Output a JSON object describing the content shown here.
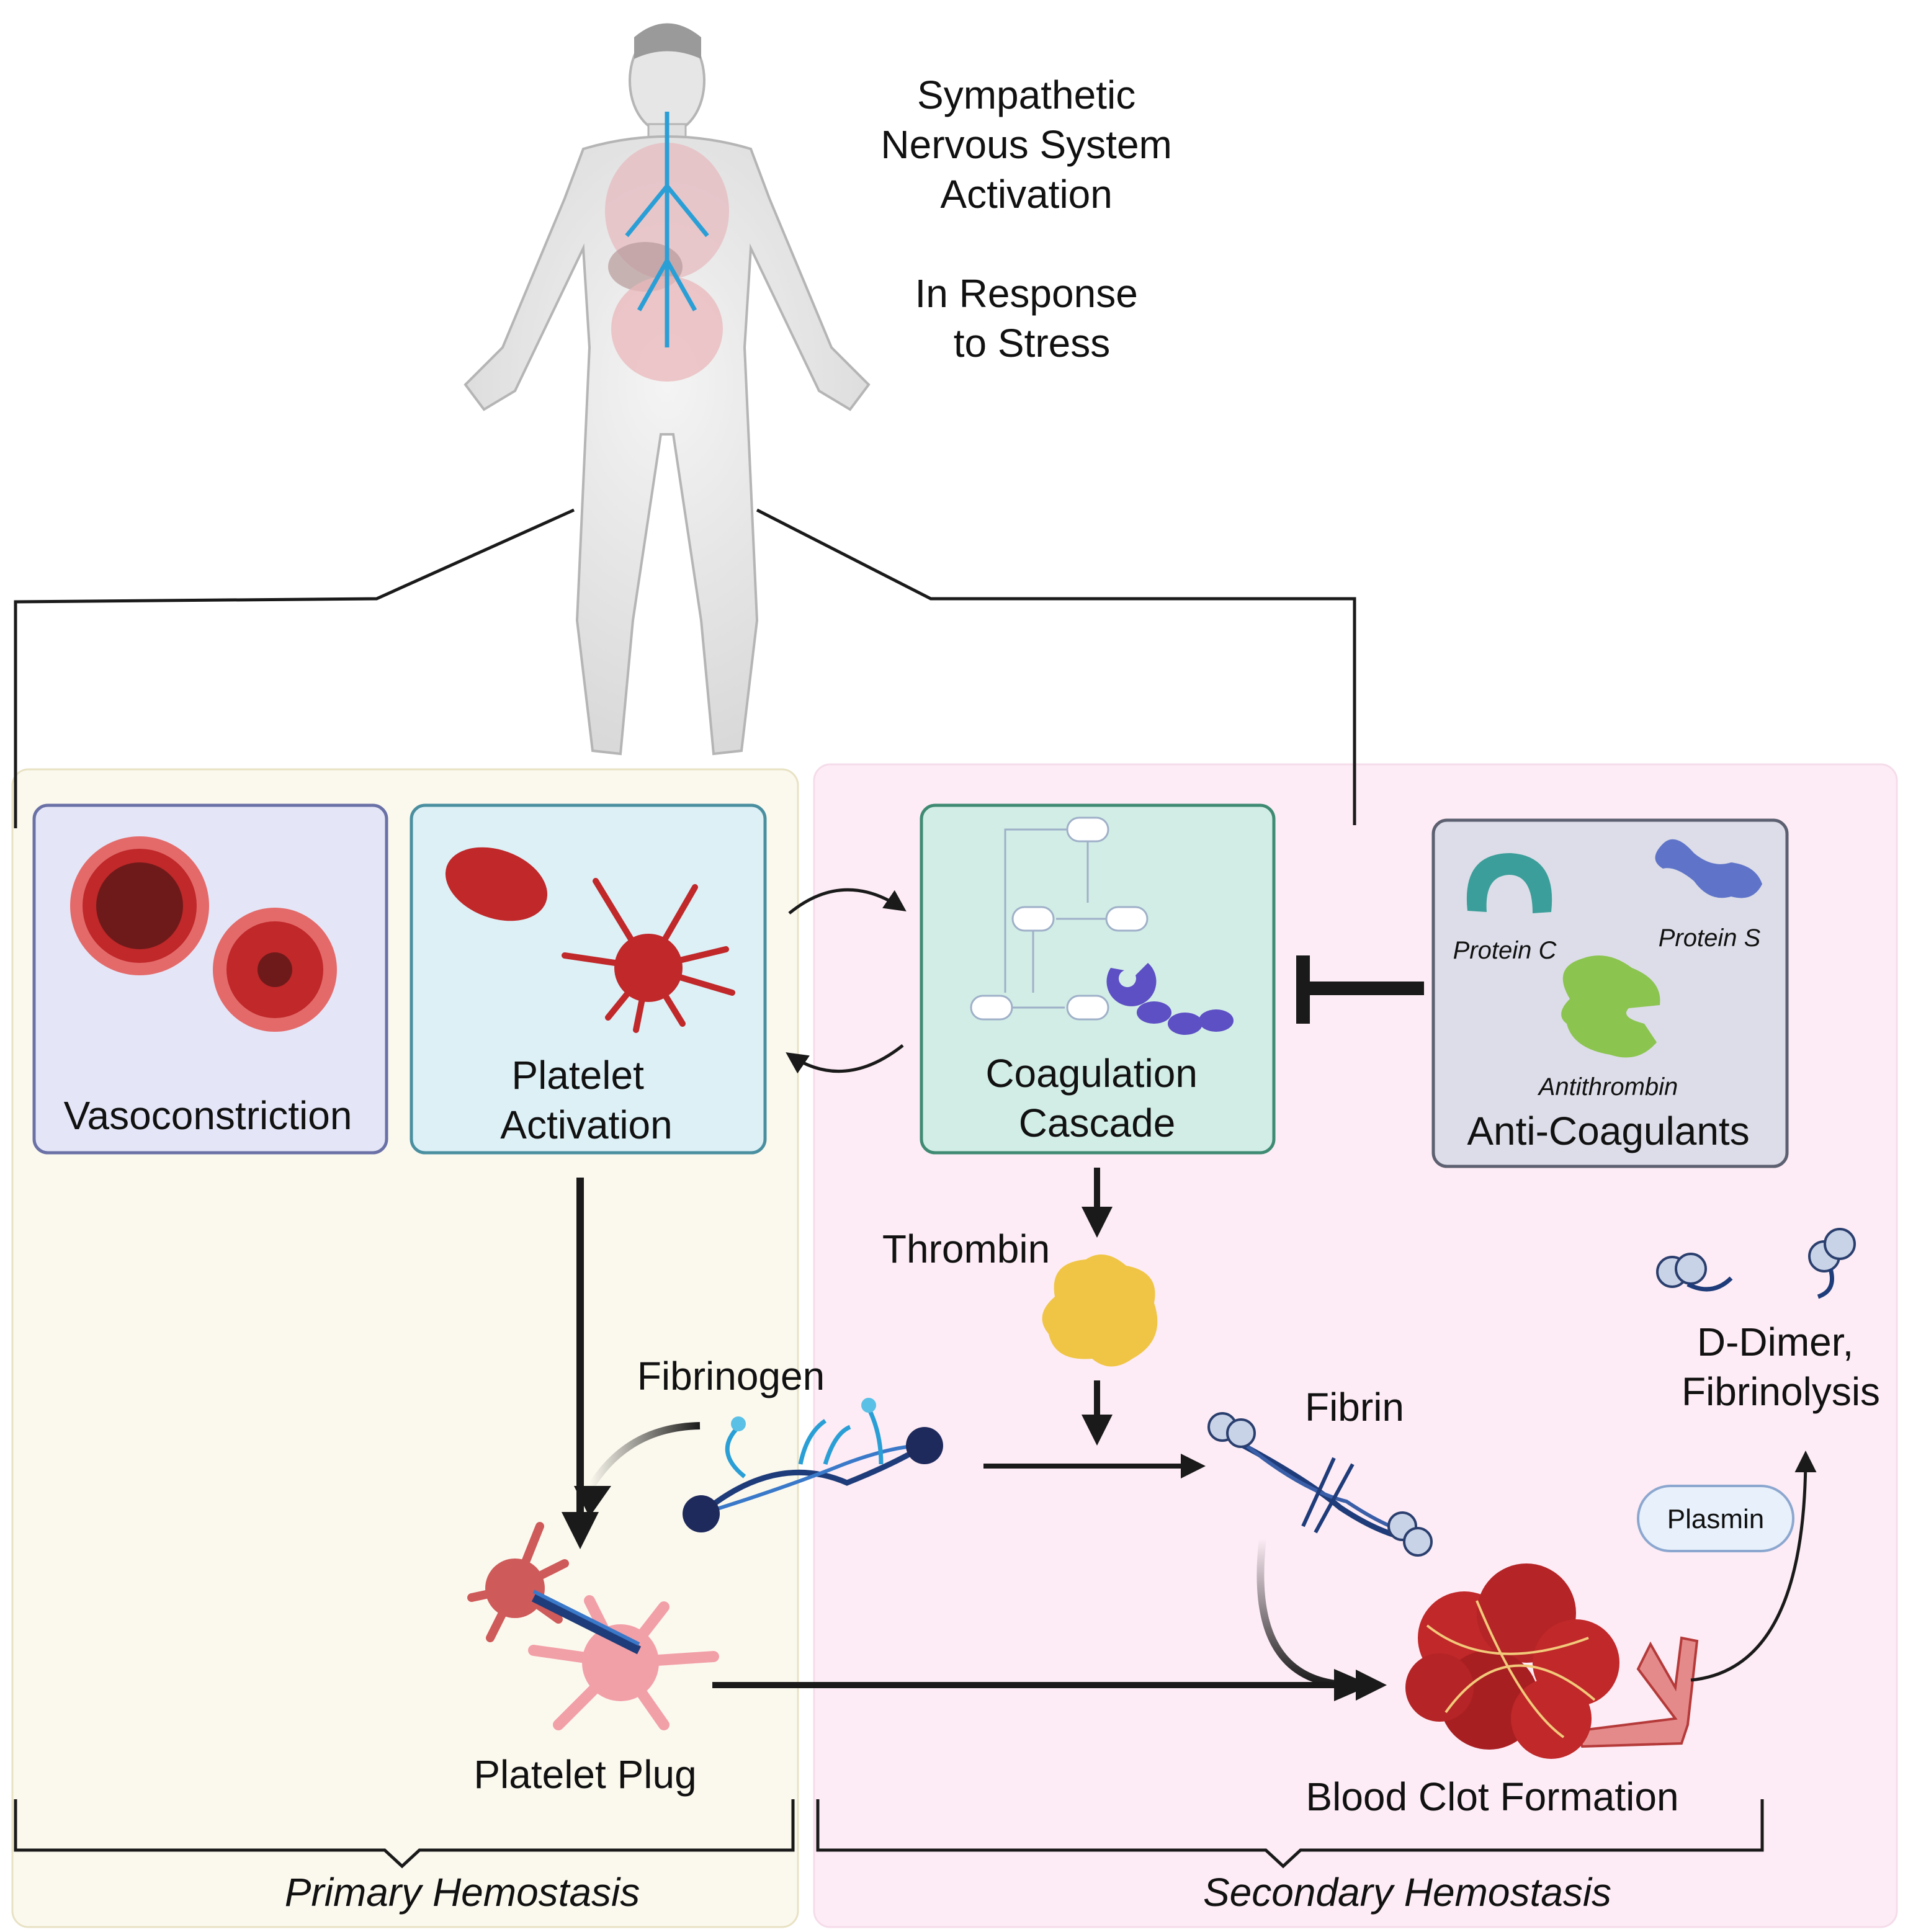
{
  "header": {
    "line1": "Sympathetic",
    "line2": "Nervous System",
    "line3": "Activation",
    "line4": "In Response",
    "line5": "to Stress"
  },
  "boxes": {
    "vasoconstriction": "Vasoconstriction",
    "platelet_activation": [
      "Platelet",
      "Activation"
    ],
    "coagulation_cascade": [
      "Coagulation",
      "Cascade"
    ],
    "anticoagulants": {
      "title": "Anti-Coagulants",
      "protein_c": "Protein C",
      "protein_s": "Protein S",
      "antithrombin": "Antithrombin"
    }
  },
  "labels": {
    "thrombin": "Thrombin",
    "fibrinogen": "Fibrinogen",
    "fibrin": "Fibrin",
    "ddimer": [
      "D-Dimer,",
      "Fibrinolysis"
    ],
    "plasmin": "Plasmin",
    "platelet_plug": "Platelet Plug",
    "blood_clot": "Blood Clot Formation"
  },
  "sections": {
    "primary": "Primary Hemostasis",
    "secondary": "Secondary Hemostasis"
  },
  "colors": {
    "primary_bg": "#fbf9ee",
    "secondary_bg": "#fdecf5",
    "vaso_box": "#e4e6f7",
    "platelet_box": "#dcf0f6",
    "coag_box": "#d2ede6",
    "anticoag_box": "#dcdde8",
    "blood_red": "#c0282a",
    "arrow": "#1a1a1a"
  }
}
